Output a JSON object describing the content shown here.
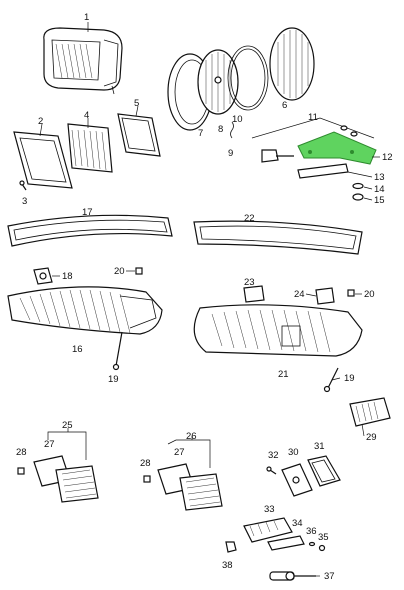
{
  "colors": {
    "line": "#111111",
    "highlight_fill": "#5fd35f",
    "highlight_stroke": "#2e8b2e",
    "background": "#ffffff"
  },
  "parts": [
    {
      "id": "p1",
      "number": "1"
    },
    {
      "id": "p2",
      "number": "2"
    },
    {
      "id": "p3",
      "number": "3"
    },
    {
      "id": "p4",
      "number": "4"
    },
    {
      "id": "p5",
      "number": "5"
    },
    {
      "id": "p6",
      "number": "6"
    },
    {
      "id": "p7",
      "number": "7"
    },
    {
      "id": "p8",
      "number": "8"
    },
    {
      "id": "p9",
      "number": "9"
    },
    {
      "id": "p10",
      "number": "10"
    },
    {
      "id": "p11",
      "number": "11"
    },
    {
      "id": "p12",
      "number": "12",
      "highlighted": true
    },
    {
      "id": "p13",
      "number": "13"
    },
    {
      "id": "p14",
      "number": "14"
    },
    {
      "id": "p15",
      "number": "15"
    },
    {
      "id": "p16",
      "number": "16"
    },
    {
      "id": "p17",
      "number": "17"
    },
    {
      "id": "p18",
      "number": "18"
    },
    {
      "id": "p19a",
      "number": "19"
    },
    {
      "id": "p19b",
      "number": "19"
    },
    {
      "id": "p20a",
      "number": "20"
    },
    {
      "id": "p20b",
      "number": "20"
    },
    {
      "id": "p21",
      "number": "21"
    },
    {
      "id": "p22",
      "number": "22"
    },
    {
      "id": "p23",
      "number": "23"
    },
    {
      "id": "p24",
      "number": "24"
    },
    {
      "id": "p25",
      "number": "25"
    },
    {
      "id": "p26",
      "number": "26"
    },
    {
      "id": "p27a",
      "number": "27"
    },
    {
      "id": "p27b",
      "number": "27"
    },
    {
      "id": "p28a",
      "number": "28"
    },
    {
      "id": "p28b",
      "number": "28"
    },
    {
      "id": "p29",
      "number": "29"
    },
    {
      "id": "p30",
      "number": "30"
    },
    {
      "id": "p31",
      "number": "31"
    },
    {
      "id": "p32",
      "number": "32"
    },
    {
      "id": "p33",
      "number": "33"
    },
    {
      "id": "p34",
      "number": "34"
    },
    {
      "id": "p35",
      "number": "35"
    },
    {
      "id": "p36",
      "number": "36"
    },
    {
      "id": "p37",
      "number": "37"
    },
    {
      "id": "p38",
      "number": "38"
    }
  ]
}
